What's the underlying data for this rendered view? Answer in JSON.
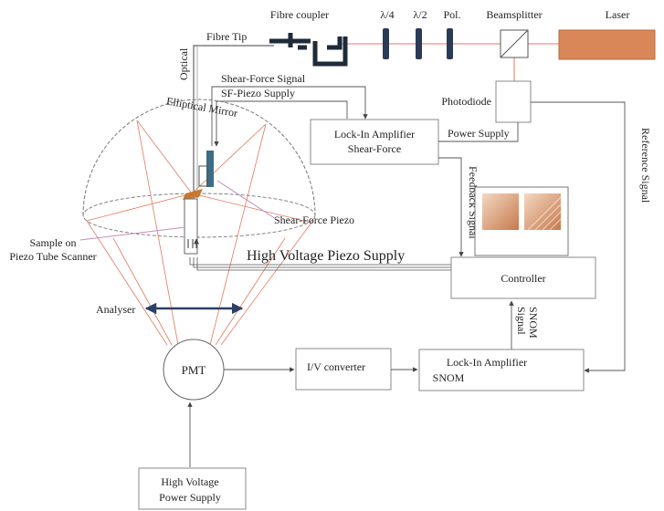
{
  "labels": {
    "fibre_coupler": "Fibre coupler",
    "lambda4": "λ/4",
    "lambda2": "λ/2",
    "pol": "Pol.",
    "beamsplitter": "Beamsplitter",
    "laser": "Laser",
    "optical_fibre_tip_a": "Optical",
    "optical_fibre_tip_b": "Fibre Tip",
    "shear_force_signal": "Shear-Force Signal",
    "sf_piezo_supply": "SF-Piezo Supply",
    "elliptical_mirror": "Elliptical Mirror",
    "photodiode": "Photodiode",
    "lockin_sf_1": "Lock-In Amplifier",
    "lockin_sf_2": "Shear-Force",
    "power_supply": "Power Supply",
    "reference_signal": "Reference Signal",
    "feedback_signal": "Feedback Signal",
    "shear_force_piezo": "Shear-Force Piezo",
    "sample_1": "Sample on",
    "sample_2": "Piezo Tube Scanner",
    "high_voltage_piezo_supply": "High Voltage Piezo Supply",
    "controller": "Controller",
    "analyser": "Analyser",
    "snom_signal_1": "SNOM",
    "snom_signal_2": "Signal",
    "pmt": "PMT",
    "iv_converter": "I/V converter",
    "lockin_snom_1": "Lock-In Amplifier",
    "lockin_snom_2": "SNOM",
    "hv_power_supply_1": "High Voltage",
    "hv_power_supply_2": "Power Supply"
  },
  "colors": {
    "beam": "#e07a5f",
    "laser": "#d98758",
    "optic": "#2a3b55",
    "piezo": "#3d6d86",
    "sample": "#c8782f",
    "analyser_arrow": "#2e3f66",
    "box_border": "#888888",
    "wire": "#555555"
  }
}
